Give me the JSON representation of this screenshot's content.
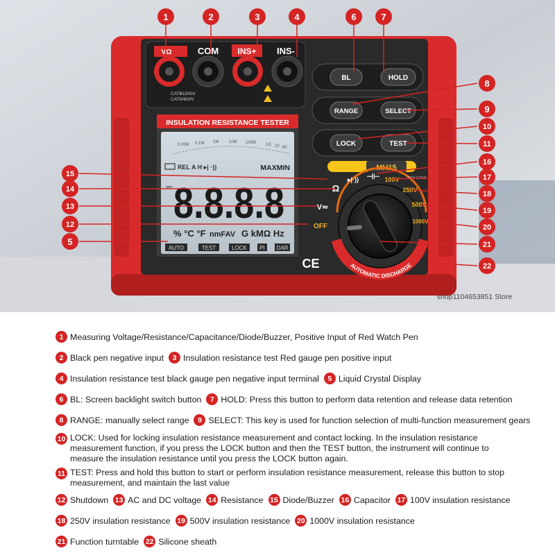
{
  "colors": {
    "accent": "#d42424",
    "housing": "#2a2a2a",
    "lcd": "#c6cfd6",
    "dial_label": "#f0b020"
  },
  "jacks": {
    "j1": "VΩ",
    "j2": "COM",
    "j3": "INS+",
    "j4": "INS-",
    "cat1": "CATⅢ1000V",
    "cat2": "CATⅣ600V"
  },
  "panel_title": "INSULATION RESISTANCE TESTER",
  "lcd": {
    "scale": [
      "0.05M",
      "0.1M",
      "1M",
      "10M",
      "100M",
      "1G",
      "20",
      "60"
    ],
    "indicators": "REL  A  H  ▸|  ·))",
    "maxmin": "MAXMIN",
    "digits": "8.8.8.8",
    "units_left": "% °C °F",
    "units_mid": "nmFAV",
    "units_right": "G kMΩ Hz",
    "status": [
      "AUTO",
      "TEST",
      "LOCK",
      "PI",
      "DAR"
    ]
  },
  "buttons": {
    "bl": "BL",
    "hold": "HOLD",
    "range": "RANGE",
    "select": "SELECT",
    "lock": "LOCK",
    "test": "TEST"
  },
  "model": "MH15",
  "dial": {
    "off": "OFF",
    "v": "V≂",
    "ohm": "Ω",
    "v100": "100V",
    "v250": "250V",
    "v500": "500V",
    "v1000": "1000V",
    "discharge": "AUTOMATIC DISCHARGE",
    "spec": "MAX 2.0GΩ"
  },
  "ce": "CE",
  "watermark": "shop1104653851 Store",
  "callouts": {
    "c1": "1",
    "c2": "2",
    "c3": "3",
    "c4": "4",
    "c5": "5",
    "c6": "6",
    "c7": "7",
    "c8": "8",
    "c9": "9",
    "c10": "10",
    "c11": "11",
    "c12": "12",
    "c13": "13",
    "c14": "14",
    "c15": "15",
    "c16": "16",
    "c17": "17",
    "c18": "18",
    "c19": "19",
    "c20": "20",
    "c21": "21",
    "c22": "22"
  },
  "legend": {
    "l1": "Measuring Voltage/Resistance/Capacitance/Diode/Buzzer, Positive Input of Red Watch Pen",
    "l2": "Black pen negative input",
    "l3": "Insulation resistance test Red gauge pen positive input",
    "l4": "Insulation resistance test black gauge pen negative input terminal",
    "l5": "Liquid Crystal Display",
    "l6": "BL: Screen backlight switch button",
    "l7": "HOLD: Press this button to perform data retention and release data retention",
    "l8": "RANGE: manually select range",
    "l9": "SELECT: This key is used for function selection of multi-function measurement gears",
    "l10": "LOCK: Used for locking insulation resistance measurement and contact locking. In the insulation resistance measurement function, if you press the LOCK button and then the TEST button, the instrument will continue to measure the insulation resistance until you press the LOCK button again.",
    "l11": "TEST: Press and hold this button to start or perform insulation resistance measurement, release this button to stop measurement, and maintain the last value",
    "l12": "Shutdown",
    "l13": "AC and DC voltage",
    "l14": "Resistance",
    "l15": "Diode/Buzzer",
    "l16": "Capacitor",
    "l17": "100V insulation resistance",
    "l18": "250V insulation resistance",
    "l19": "500V insulation resistance",
    "l20": "1000V insulation resistance",
    "l21": "Function turntable",
    "l22": "Silicone sheath"
  }
}
